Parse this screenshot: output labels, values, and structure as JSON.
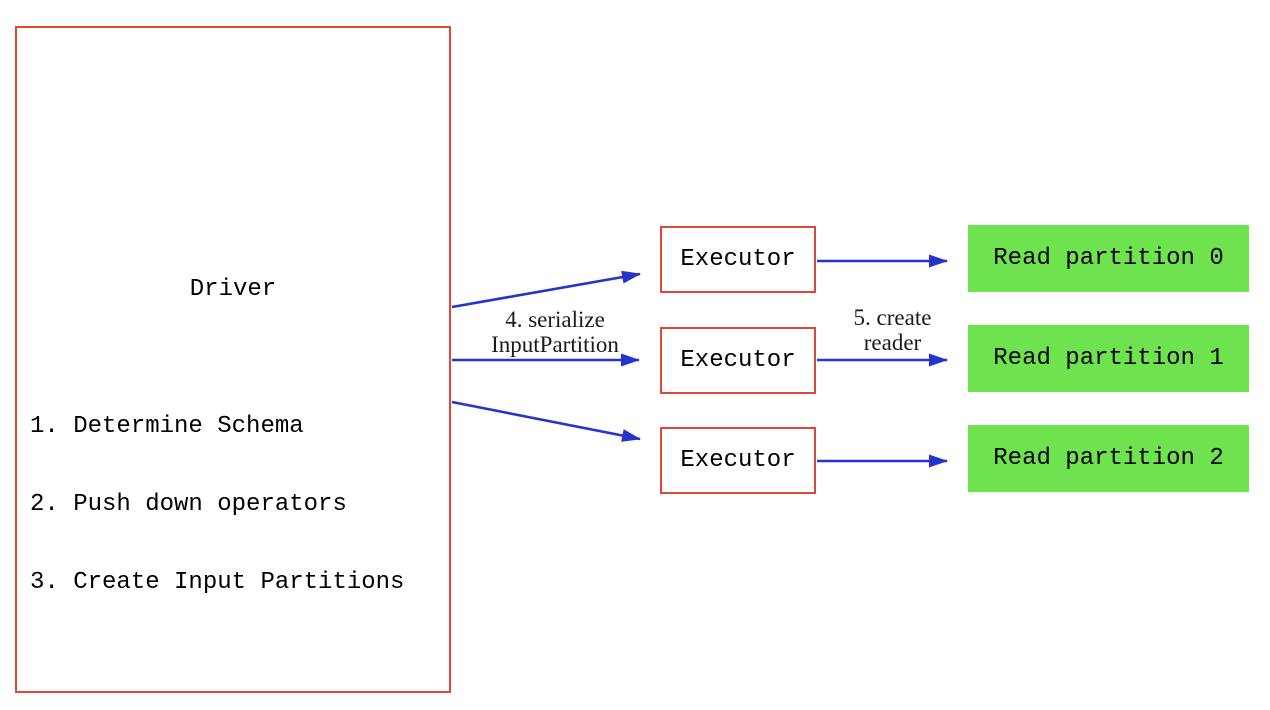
{
  "diagram": {
    "driver": {
      "title": "Driver",
      "steps": [
        "1. Determine Schema",
        "2. Push down operators",
        "3. Create Input Partitions"
      ]
    },
    "executors": [
      {
        "label": "Executor"
      },
      {
        "label": "Executor"
      },
      {
        "label": "Executor"
      }
    ],
    "partitions": [
      {
        "label": "Read partition 0"
      },
      {
        "label": "Read partition 1"
      },
      {
        "label": "Read partition 2"
      }
    ],
    "edge_labels": {
      "serialize": "4. serialize\nInputPartition",
      "create_reader": "5. create\nreader"
    },
    "colors": {
      "box_border_red": "#e2453a",
      "arrow_blue": "#2633cc",
      "partition_green": "#6fe24f",
      "text_black": "#000000",
      "background": "#ffffff"
    }
  }
}
